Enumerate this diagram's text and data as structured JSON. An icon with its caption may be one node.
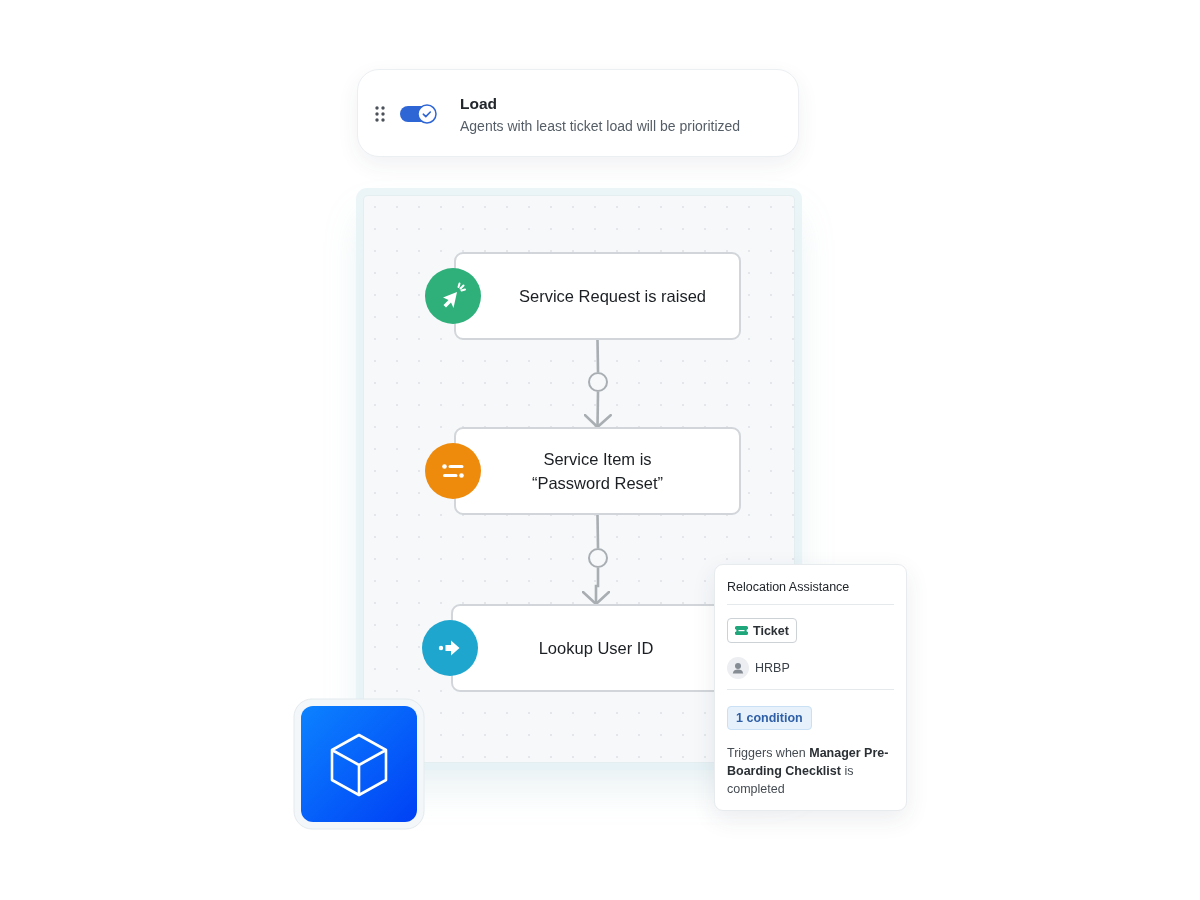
{
  "diagram": {
    "nodes": [
      {
        "text": [
          "Load",
          "Agents with least ticket load will be prioritized"
        ]
      },
      {
        "text": [],
        "shape": "box"
      },
      {
        "text": [
          "Service Request is raised"
        ],
        "in": 1
      },
      {
        "text": [],
        "shape": "circle",
        "in": 1
      },
      {
        "text": [
          "Service Item is “Password Reset”"
        ],
        "in": 1
      },
      {
        "text": [],
        "shape": "circle",
        "in": 1
      },
      {
        "text": [
          "Lookup User ID"
        ],
        "in": 1
      },
      {
        "text": [
          "Relocation Assistance",
          "Ticket",
          "HRBP",
          "1 condition",
          "Triggers when **Manager Pre-Boarding Checklist** is completed"
        ]
      }
    ],
    "edges": [
      {
        "from": 2,
        "to": 3,
        "arrow": "none"
      },
      {
        "from": 3,
        "to": 4,
        "arrow": "to"
      },
      {
        "from": 4,
        "to": 5,
        "arrow": "none"
      },
      {
        "from": 5,
        "to": 6,
        "arrow": "to"
      }
    ]
  }
}
